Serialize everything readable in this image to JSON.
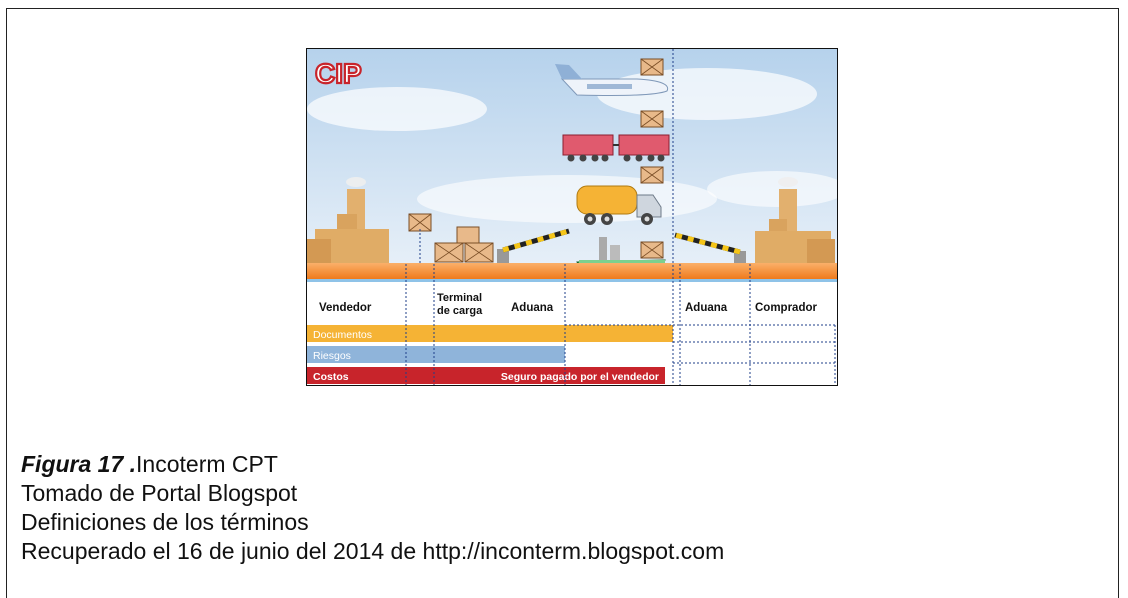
{
  "figure": {
    "badge": "CIP",
    "columns": {
      "vendedor": "Vendedor",
      "terminal_line1": "Terminal",
      "terminal_line2": "de carga",
      "aduana_origen": "Aduana",
      "aduana_destino": "Aduana",
      "comprador": "Comprador"
    },
    "rows": {
      "documentos": "Documentos",
      "riesgos": "Riesgos",
      "costos": "Costos",
      "costos_note": "Seguro pagado por el vendedor"
    },
    "colors": {
      "sky": "#c9def0",
      "water": "#f28a2b",
      "documentos": "#f5b335",
      "riesgos": "#8fb4da",
      "costos": "#c8242b",
      "ship": "#2e9b4e",
      "badge": "#c8242b"
    }
  },
  "caption": {
    "label": "Figura  17 .",
    "title": "Incoterm CPT",
    "line2": "Tomado de Portal Blogspot",
    "line3": "Definiciones de los términos",
    "line4": "Recuperado el 16 de junio del 2014 de http://inconterm.blogspot.com"
  }
}
